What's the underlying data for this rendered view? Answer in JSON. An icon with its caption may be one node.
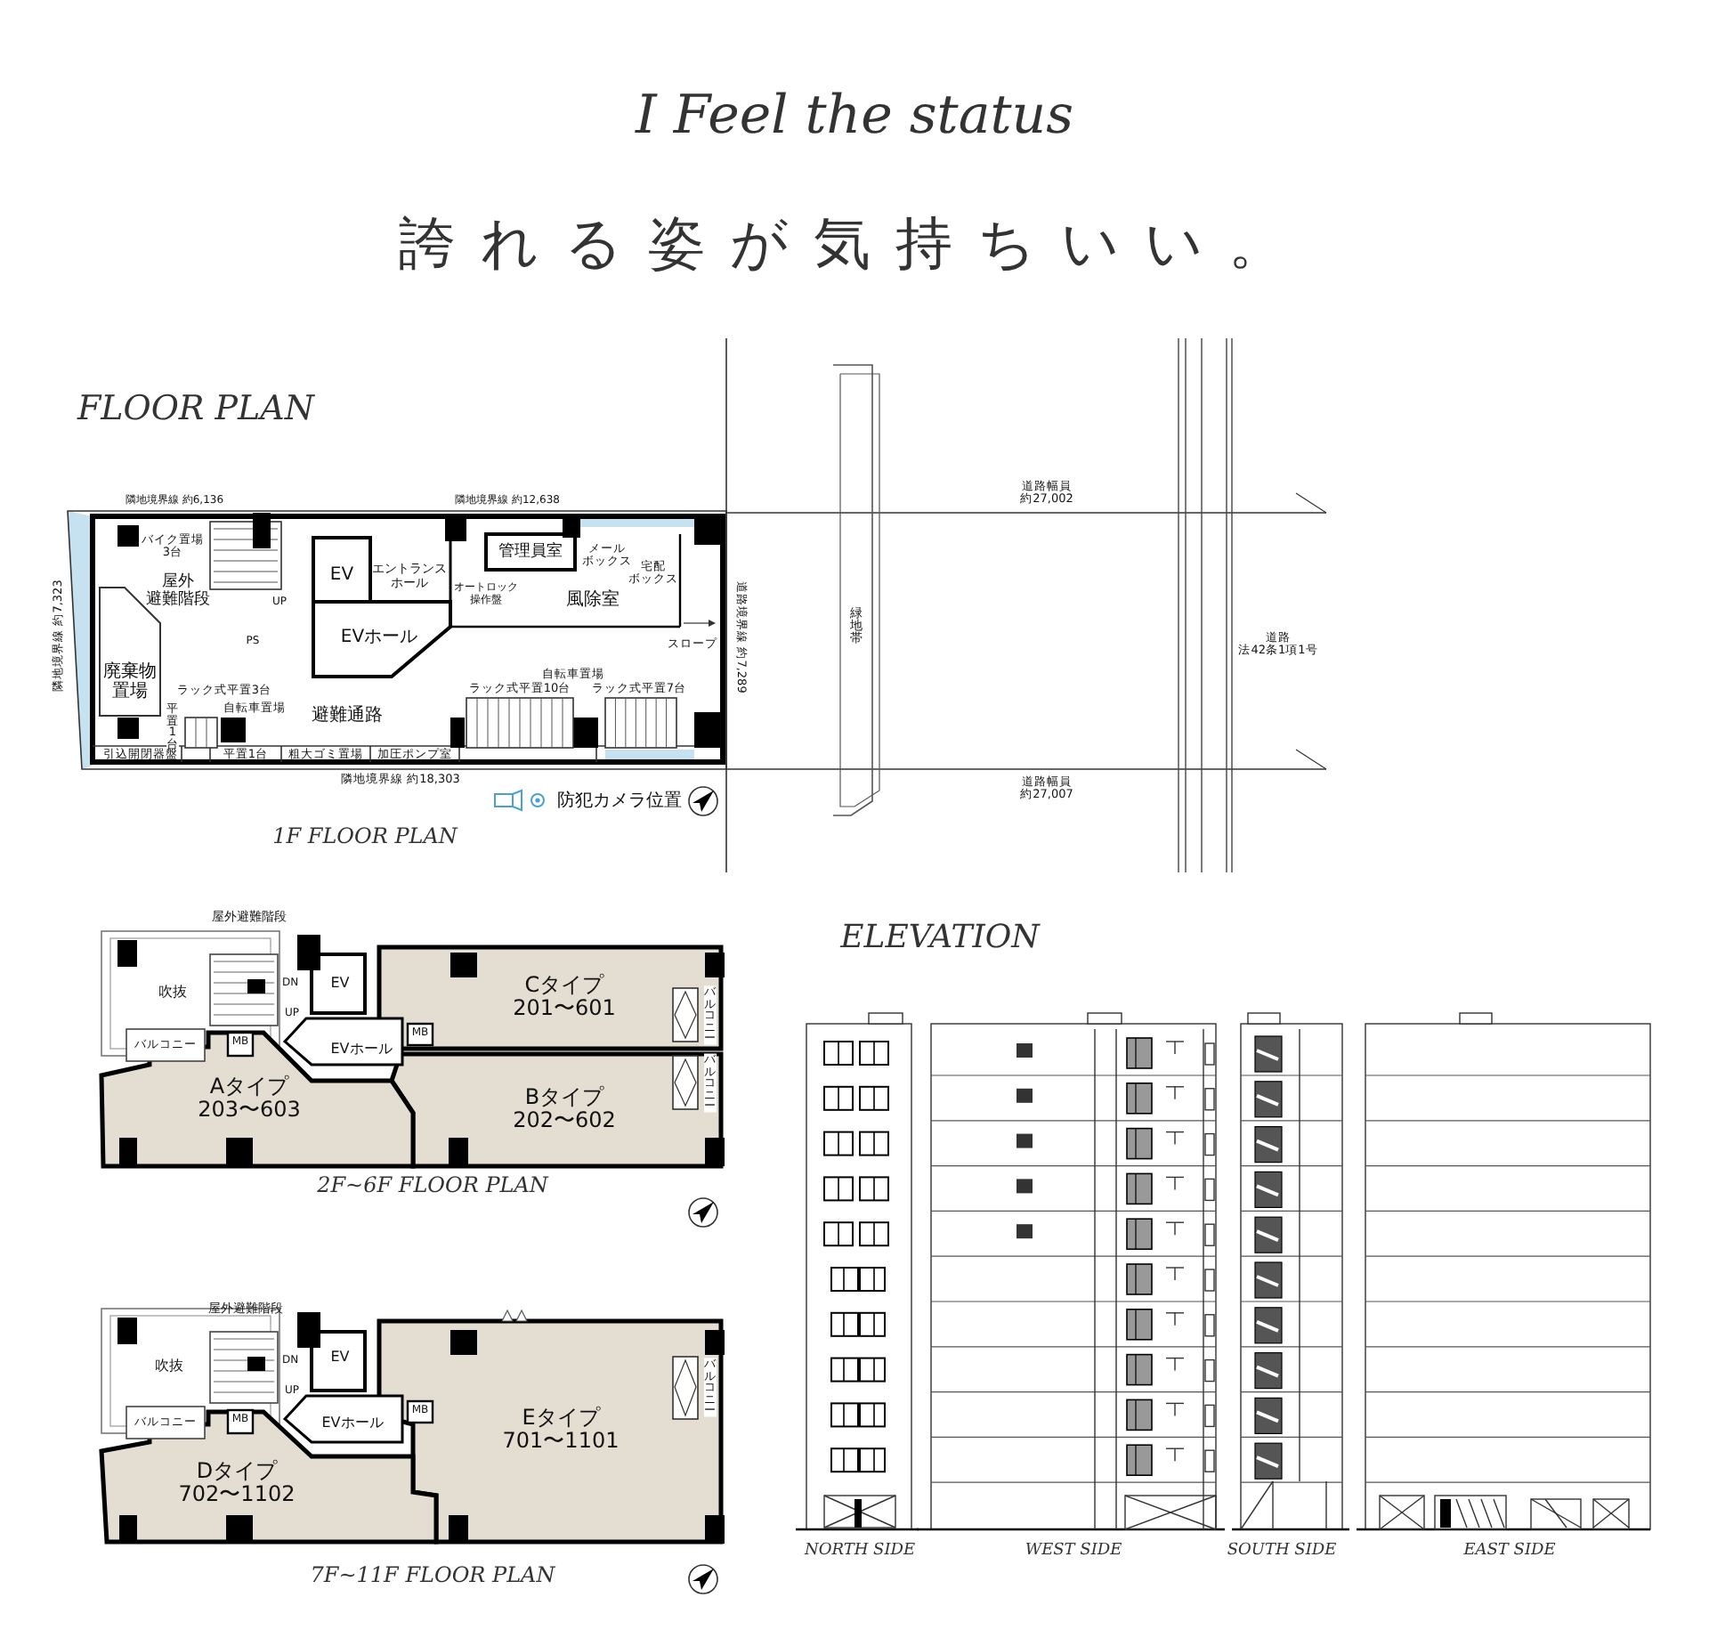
{
  "diagram": {
    "title": "I Feel the status",
    "nodes": [
      {
        "text": [
          "バイク置場3台"
        ]
      },
      {
        "text": [
          "屋外避難階段"
        ]
      },
      {
        "text": [
          "廃棄物置場"
        ]
      },
      {
        "text": [
          "EV"
        ]
      },
      {
        "text": [
          "エントランスホール"
        ]
      },
      {
        "text": [
          "EVホール"
        ]
      },
      {
        "text": [
          "管理員室"
        ]
      },
      {
        "text": [
          "風除室"
        ]
      },
      {
        "text": [
          "避難通路"
        ]
      },
      {
        "text": [
          "吹抜"
        ]
      },
      {
        "text": [
          "EV"
        ]
      },
      {
        "text": [
          "EVホール"
        ]
      },
      {
        "text": [
          "Cタイプ",
          "201〜601"
        ]
      },
      {
        "text": [
          "Aタイプ",
          "203〜603"
        ]
      },
      {
        "text": [
          "Bタイプ",
          "202〜602"
        ]
      },
      {
        "text": [
          "吹抜"
        ]
      },
      {
        "text": [
          "EV"
        ]
      },
      {
        "text": [
          "EVホール"
        ]
      },
      {
        "text": [
          "Eタイプ",
          "701〜1101"
        ]
      },
      {
        "text": [
          "Dタイプ",
          "702〜1102"
        ]
      }
    ],
    "labels": [
      "誇れる姿が気持ちいい。",
      "FLOOR PLAN",
      "隣地境界線 約6,136",
      "隣地境界線 約12,638",
      "道路幅員約27,002",
      "隣地境界線 約7,323",
      "UP",
      "PS",
      "オートロック操作盤",
      "メールボックス",
      "宅配ボックス",
      "スロープ",
      "自転車置場",
      "ラック式平置3台",
      "平置1台",
      "自転車置場",
      "ラック式平置10台",
      "ラック式平置7台",
      "引込開閉器盤",
      "平置1台",
      "粗大ゴミ置場",
      "加圧ポンプ室",
      "隣地境界線 約18,303",
      "道路境界線 約7,289",
      "緑地帯",
      "道路法42条1項1号",
      "道路幅員約27,007",
      "1F FLOOR PLAN",
      "屋外避難階段",
      "DN",
      "UP",
      "バルコニー",
      "MB",
      "MB",
      "バルコニー",
      "バルコニー",
      "2F~6F FLOOR PLAN",
      "ELEVATION",
      "屋外避難階段",
      "DN",
      "UP",
      "バルコニー",
      "MB",
      "MB",
      "バルコニー",
      "7F~11F FLOOR PLAN",
      "NORTH SIDE",
      "WEST SIDE",
      "SOUTH SIDE",
      "EAST SIDE"
    ],
    "legend": [
      {
        "text": "防犯カメラ位置"
      }
    ]
  }
}
